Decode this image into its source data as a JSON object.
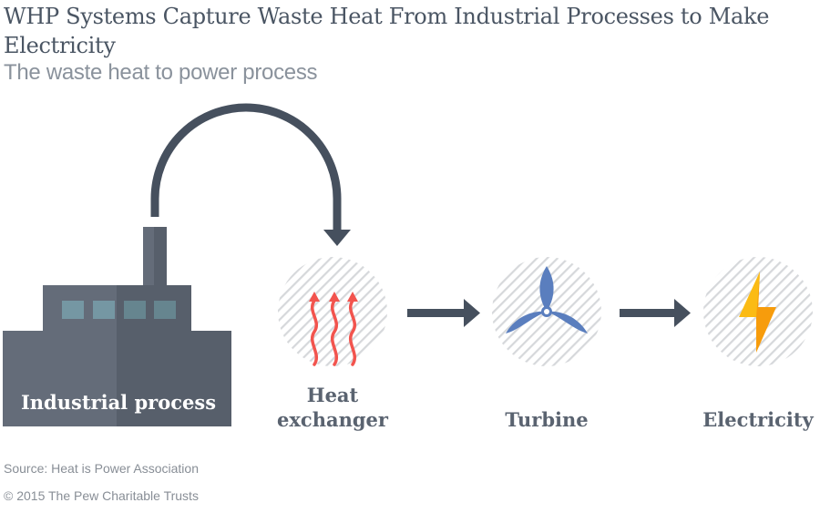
{
  "title": "WHP Systems Capture Waste Heat From Industrial Processes to Make Electricity",
  "subtitle": "The waste heat to power process",
  "steps": [
    {
      "label": "Industrial process",
      "icon": "factory-icon"
    },
    {
      "label_line1": "Heat",
      "label_line2": "exchanger",
      "icon": "heat-waves-icon"
    },
    {
      "label": "Turbine",
      "icon": "turbine-icon"
    },
    {
      "label": "Electricity",
      "icon": "lightning-bolt-icon"
    }
  ],
  "colors": {
    "factory_light": "#646c79",
    "factory_dark": "#575f6b",
    "window": "#72929f",
    "arrow": "#46505e",
    "heat": "#f2544e",
    "turbine": "#5a7ebe",
    "bolt_light": "#fbbb14",
    "bolt_dark": "#f79c0c",
    "hatch": "#d6d8db"
  },
  "footer": {
    "source": "Source: Heat is Power Association",
    "copyright": "© 2015 The Pew Charitable Trusts"
  }
}
